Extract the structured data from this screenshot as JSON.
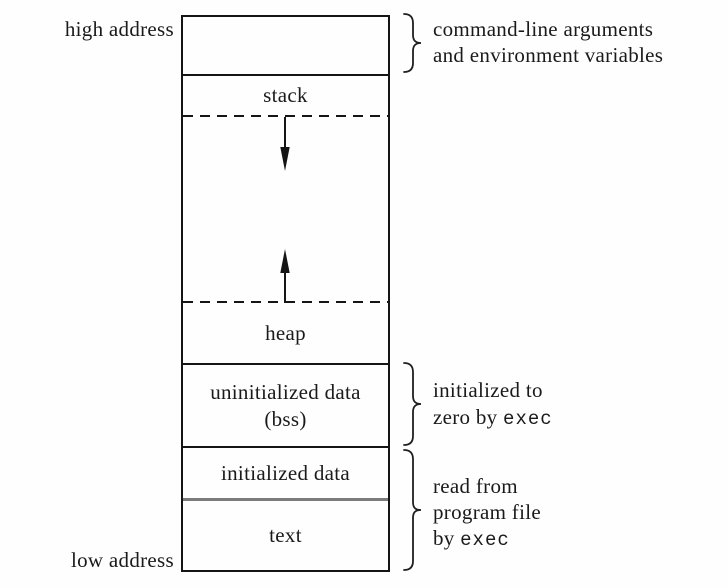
{
  "address_labels": {
    "high": "high address",
    "low": "low address"
  },
  "segments": {
    "stack": "stack",
    "heap": "heap",
    "bss_line1": "uninitialized data",
    "bss_line2": "(bss)",
    "initialized_data": "initialized data",
    "text": "text"
  },
  "annotations": {
    "args_env": {
      "line1": "command-line arguments",
      "line2": "and environment variables"
    },
    "bss": {
      "line1": "initialized to",
      "line2_prefix": "zero by ",
      "line2_code": "exec"
    },
    "program_file": {
      "line1": "read from",
      "line2": "program file",
      "line3_prefix": "by ",
      "line3_code": "exec"
    }
  },
  "icons": {
    "stack_growth": "arrow-down-icon",
    "heap_growth": "arrow-up-icon",
    "grouping": "right-curly-brace-icon"
  },
  "colors": {
    "ink": "#1a1a1a",
    "line": "#151515",
    "gray_divider": "#7b7b7b",
    "background": "#fefefe"
  }
}
